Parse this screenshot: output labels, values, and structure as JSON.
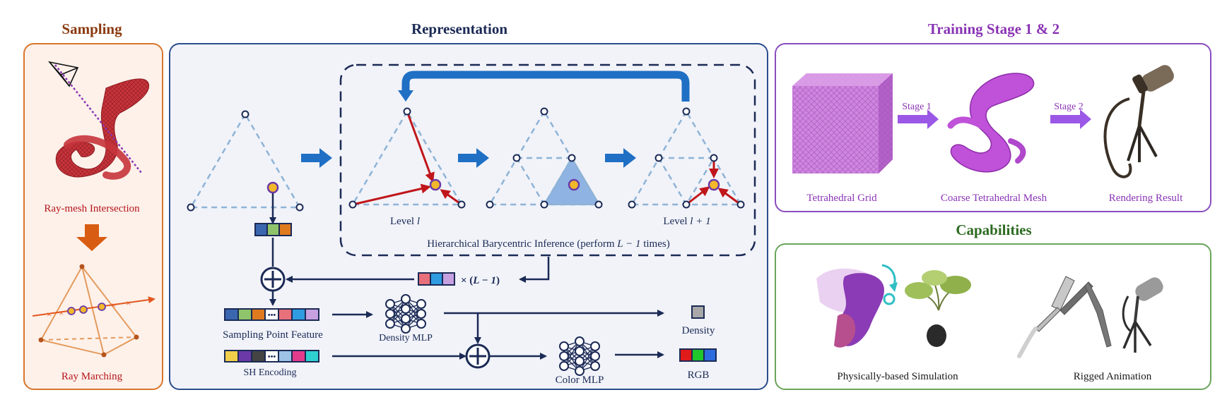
{
  "sections": {
    "sampling": {
      "title": "Sampling",
      "caption_top": "Ray-mesh Intersection",
      "caption_bottom": "Ray Marching"
    },
    "representation": {
      "title": "Representation",
      "level_l": "Level",
      "level_l_var": "l",
      "level_l1": "Level",
      "level_l1_var": "l + 1",
      "hier_label": "Hierarchical Barycentric Inference (perform",
      "hier_var": "L − 1",
      "hier_tail": "times)",
      "times_label": "× (",
      "times_var": "L − 1",
      "times_close": ")",
      "sampling_feature": "Sampling Point Feature",
      "sh_encoding": "SH Encoding",
      "density_mlp": "Density MLP",
      "color_mlp": "Color MLP",
      "density": "Density",
      "rgb": "RGB",
      "dots": "•••"
    },
    "training": {
      "title": "Training Stage 1 & 2",
      "stage1": "Stage 1",
      "stage2": "Stage 2",
      "tet_grid": "Tetrahedral Grid",
      "coarse_mesh": "Coarse Tetrahedral Mesh",
      "rendering_result": "Rendering Result"
    },
    "capabilities": {
      "title": "Capabilities",
      "simulation": "Physically-based Simulation",
      "animation": "Rigged Animation"
    }
  },
  "colors": {
    "sampling": "#8b3a0f",
    "sampling_border": "#d9752b",
    "sampling_bg": "#fdf1ea",
    "representation": "#1b2a55",
    "representation_border": "#2b4d8c",
    "representation_bg": "#f1f3f9",
    "training": "#8a34b5",
    "training_border": "#8a4dbf",
    "capabilities": "#2e6b23",
    "capabilities_border": "#6aa55a",
    "blue_arrow": "#1f6fc4",
    "red_arrow": "#c0161b",
    "dashed": "#8fb3d6",
    "caption_red": "#b5161b",
    "caption_purple": "#8a34b5"
  },
  "feature_colors": {
    "query": [
      "#3a66b0",
      "#8fc46a",
      "#e07a1f"
    ],
    "times": [
      "#e8707a",
      "#2f9be0",
      "#c7a0e0"
    ],
    "sampling": [
      "#3a66b0",
      "#8fc46a",
      "#e07a1f",
      "#ffffff",
      "#e8707a",
      "#2f9be0",
      "#c7a0e0"
    ],
    "sh": [
      "#f2cf4a",
      "#6b3aa8",
      "#444444",
      "#ffffff",
      "#9ec2e6",
      "#e33b8c",
      "#2fd0d0"
    ],
    "rgb": [
      "#e11a1a",
      "#1fc62c",
      "#2d6cdf"
    ],
    "density": [
      "#a8a8a8"
    ]
  }
}
